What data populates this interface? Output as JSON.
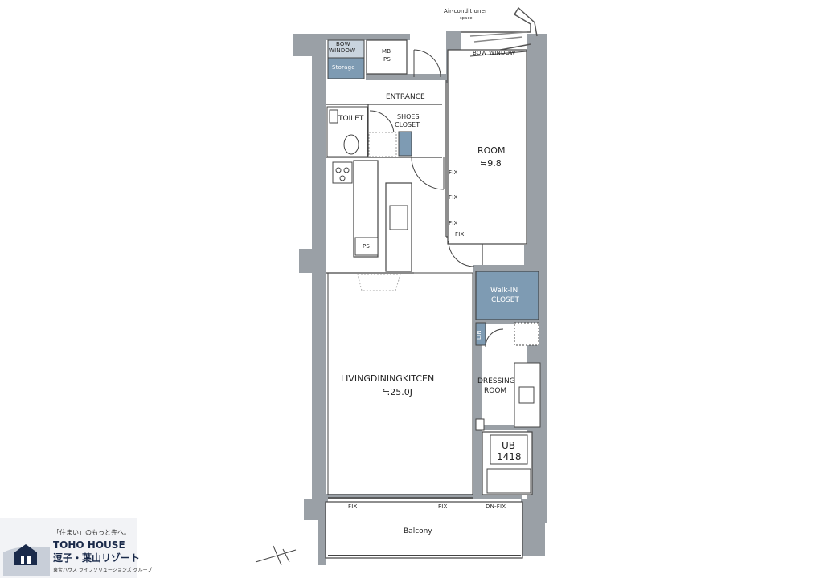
{
  "labels": {
    "air_conditioner": "Air-conditioner",
    "air_conditioner_sub": "space",
    "bow_window_left_1": "BOW",
    "bow_window_left_2": "WINDOW",
    "storage": "Storage",
    "mb": "MB",
    "ps_top": "PS",
    "bow_window_right": "BOW WINDOW",
    "entrance": "ENTRANCE",
    "toilet": "TOILET",
    "shoes_closet_1": "SHOES",
    "shoes_closet_2": "CLOSET",
    "room": "ROOM",
    "room_size": "≒9.8",
    "fix1": "FIX",
    "fix2": "FIX",
    "fix3": "FIX",
    "fix4": "FIX",
    "ps_kitchen": "PS",
    "walkin_1": "Walk-IN",
    "walkin_2": "CLOSET",
    "lin": "LIN",
    "ldk": "LIVINGDININGKITCEN",
    "ldk_size": "≒25.0J",
    "dressing_1": "DRESSING",
    "dressing_2": "ROOM",
    "ub_1": "UB",
    "ub_2": "1418",
    "balcony": "Balcony",
    "fix_bottom_1": "FIX",
    "fix_bottom_2": "FIX",
    "dnfix": "DN-FIX"
  },
  "logo": {
    "slogan": "「住まい」のもっと先へ。",
    "brand": "TOHO HOUSE",
    "branch": "逗子・葉山リゾート",
    "group": "東宝ハウス ライフソリューションズ グループ"
  },
  "colors": {
    "wall": "#9aa0a6",
    "wall_dark": "#8a9096",
    "storage_fill": "#7e9bb3",
    "line": "#333333"
  }
}
